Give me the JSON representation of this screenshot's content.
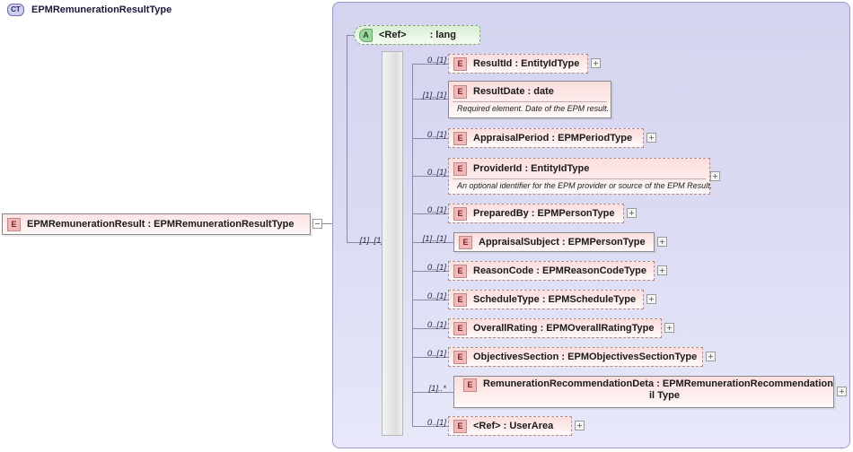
{
  "diagram": {
    "kind": "xsd-schema-diagram",
    "root_element": {
      "icon": "element-icon",
      "icon_label": "E",
      "label": "EPMRemunerationResult : EPMRemunerationResultType",
      "toggle": "minus"
    },
    "complex_type": {
      "icon_label": "CT",
      "title": "EPMRemunerationResultType"
    },
    "attribute": {
      "icon_label": "A",
      "name": "<Ref>",
      "type": ": lang",
      "cardinality": ""
    },
    "compositor": "sequence-icon",
    "sequence_cardinality": "[1]..[1]",
    "elements": [
      {
        "icon_label": "E",
        "label": "ResultId  : EntityIdType",
        "cardinality": "0..[1]",
        "required": false,
        "expandable": true,
        "doc": ""
      },
      {
        "icon_label": "E",
        "label": "ResultDate : date",
        "cardinality": "[1]..[1]",
        "required": true,
        "expandable": false,
        "doc": "Required element. Date of the EPM result."
      },
      {
        "icon_label": "E",
        "label": "AppraisalPeriod : EPMPeriodType",
        "cardinality": "0..[1]",
        "required": false,
        "expandable": true,
        "doc": ""
      },
      {
        "icon_label": "E",
        "label": "ProviderId : EntityIdType",
        "cardinality": "0..[1]",
        "required": false,
        "expandable": true,
        "doc": "An optional identifier for the EPM provider or source of the EPM Result."
      },
      {
        "icon_label": "E",
        "label": "PreparedBy : EPMPersonType",
        "cardinality": "0..[1]",
        "required": false,
        "expandable": true,
        "doc": ""
      },
      {
        "icon_label": "E",
        "label": "AppraisalSubject : EPMPersonType",
        "cardinality": "[1]..[1]",
        "required": true,
        "expandable": true,
        "doc": ""
      },
      {
        "icon_label": "E",
        "label": "ReasonCode : EPMReasonCodeType",
        "cardinality": "0..[1]",
        "required": false,
        "expandable": true,
        "doc": ""
      },
      {
        "icon_label": "E",
        "label": "ScheduleType : EPMScheduleType",
        "cardinality": "0..[1]",
        "required": false,
        "expandable": true,
        "doc": ""
      },
      {
        "icon_label": "E",
        "label": "OverallRating : EPMOverallRatingType",
        "cardinality": "0..[1]",
        "required": false,
        "expandable": true,
        "doc": ""
      },
      {
        "icon_label": "E",
        "label": "ObjectivesSection : EPMObjectivesSectionType",
        "cardinality": "0..[1]",
        "required": false,
        "expandable": true,
        "doc": ""
      },
      {
        "icon_label": "E",
        "label_line1": "RemunerationRecommendationDeta : EPMRemunerationRecommendation",
        "label_line2": "il                                                             Type",
        "cardinality": "[1]..*",
        "required": true,
        "expandable": true,
        "doc": ""
      },
      {
        "icon_label": "E",
        "label": "<Ref>      : UserArea",
        "cardinality": "0..[1]",
        "required": false,
        "expandable": true,
        "doc": ""
      }
    ],
    "colors": {
      "element_fill": "#fbdede",
      "element_border": "#b08e8e",
      "complex_type_fill": "#dadaf3",
      "complex_type_border": "#9a9ac8",
      "attribute_fill": "#d8f0d2",
      "attribute_border": "#7f9f7f",
      "connector": "#8a8aa8"
    }
  }
}
